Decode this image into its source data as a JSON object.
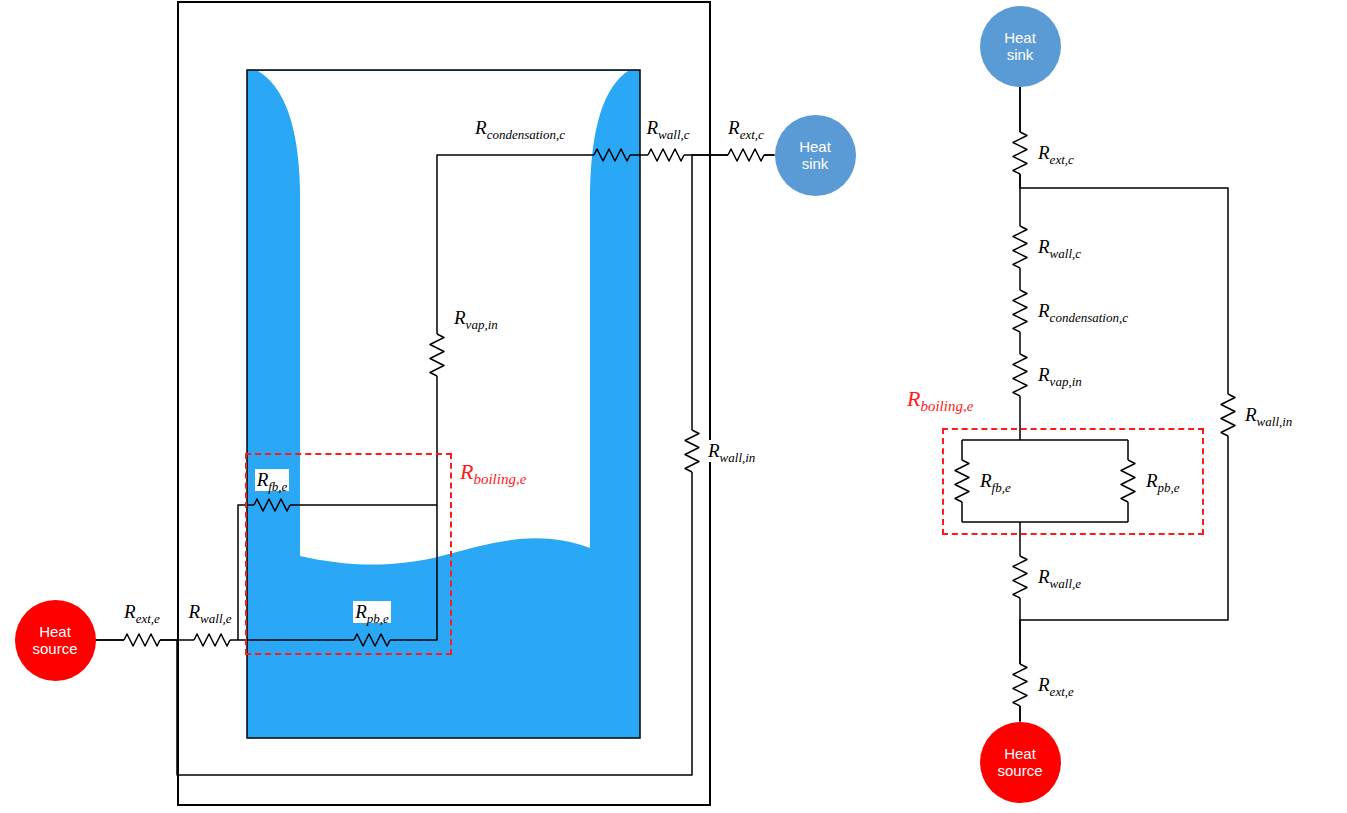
{
  "diagram": {
    "nodes": [
      {
        "text": [
          "Heat source"
        ]
      },
      {
        "text": [
          "Heat sink"
        ]
      },
      {
        "text": [
          "Rboiling,e"
        ]
      },
      {
        "text": [
          "Heat sink"
        ]
      },
      {
        "text": [
          "Rboiling,e"
        ]
      },
      {
        "text": [
          "Heat source"
        ]
      }
    ],
    "edges": [
      {
        "from": 0,
        "to": 2,
        "arrow": "none"
      },
      {
        "from": 2,
        "to": 1,
        "arrow": "none"
      },
      {
        "from": 0,
        "to": 1,
        "arrow": "none"
      },
      {
        "from": 3,
        "to": 4,
        "arrow": "none"
      },
      {
        "from": 4,
        "to": 5,
        "arrow": "none"
      },
      {
        "from": 3,
        "to": 5,
        "arrow": "none"
      }
    ],
    "labels": [
      "Rext,e",
      "Rwall,e",
      "Rpb,e",
      "Rfb,e",
      "Rvap,in",
      "Rcondensation,c",
      "Rwall,c",
      "Rext,c",
      "Rwall,in",
      "Rext,c",
      "Rwall,c",
      "Rcondensation,c",
      "Rvap,in",
      "Rfb,e",
      "Rpb,e",
      "Rwall,e",
      "Rext,e",
      "Rwall,in"
    ]
  }
}
